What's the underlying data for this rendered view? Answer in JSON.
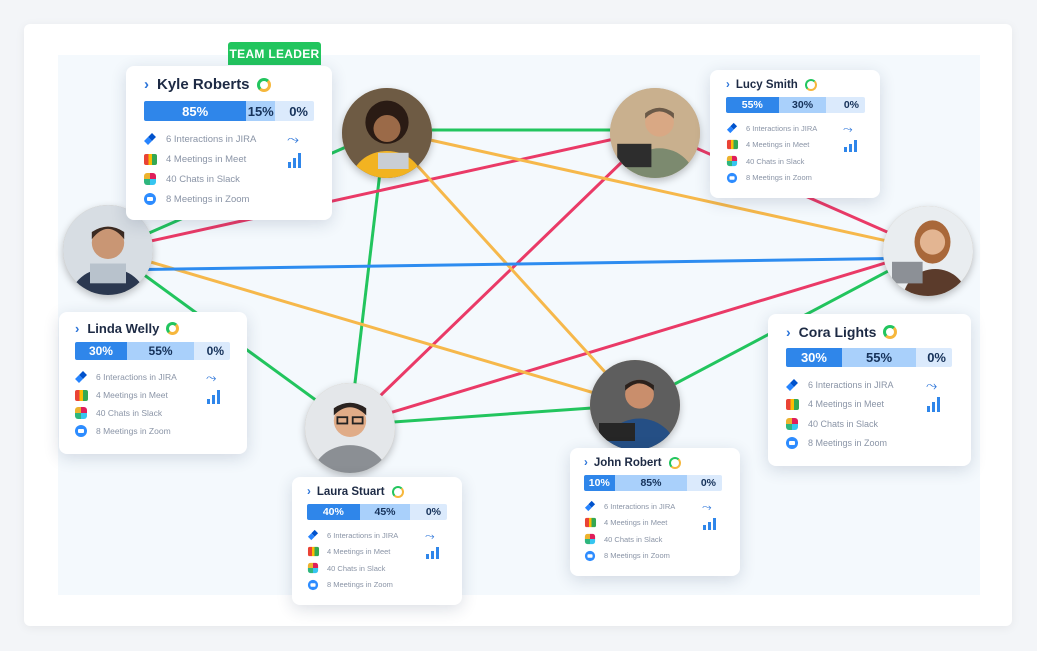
{
  "leader_label": "TEAM LEADER",
  "colors": {
    "green": "#22c55e",
    "red": "#ea3a67",
    "orange": "#f6b84b",
    "blue": "#2d8cf0",
    "bar_primary": "#2f86ea"
  },
  "people": [
    {
      "name": "Kyle Roberts",
      "split": [
        "85%",
        "15%",
        "0%"
      ],
      "stats": [
        "6 Interactions in JIRA",
        "4 Meetings in Meet",
        "40 Chats in Slack",
        "8 Meetings in Zoom"
      ]
    },
    {
      "name": "Lucy Smith",
      "split": [
        "55%",
        "30%",
        "0%"
      ],
      "stats": [
        "6 Interactions in JIRA",
        "4 Meetings in Meet",
        "40 Chats in Slack",
        "8 Meetings in Zoom"
      ]
    },
    {
      "name": "Linda Welly",
      "split": [
        "30%",
        "55%",
        "0%"
      ],
      "stats": [
        "6 Interactions in JIRA",
        "4 Meetings in Meet",
        "40 Chats in Slack",
        "8 Meetings in Zoom"
      ]
    },
    {
      "name": "Cora Lights",
      "split": [
        "30%",
        "55%",
        "0%"
      ],
      "stats": [
        "6 Interactions in JIRA",
        "4 Meetings in Meet",
        "40 Chats in Slack",
        "8 Meetings in Zoom"
      ]
    },
    {
      "name": "John Robert",
      "split": [
        "10%",
        "85%",
        "0%"
      ],
      "stats": [
        "6 Interactions in JIRA",
        "4 Meetings in Meet",
        "40 Chats in Slack",
        "8 Meetings in Zoom"
      ]
    },
    {
      "name": "Laura Stuart",
      "split": [
        "40%",
        "45%",
        "0%"
      ],
      "stats": [
        "6 Interactions in JIRA",
        "4 Meetings in Meet",
        "40 Chats in Slack",
        "8 Meetings in Zoom"
      ]
    }
  ],
  "avatars": [
    {
      "id": "man-beard",
      "bg": "#d7dde3",
      "skin": "#c99674",
      "hair": "#3b2a22",
      "shirt": "#2b3850"
    },
    {
      "id": "woman-curly",
      "bg": "#6e5b44",
      "skin": "#9b6a48",
      "hair": "#2a1b14",
      "shirt": "#f2b321"
    },
    {
      "id": "man-plaid",
      "bg": "#c9b08e",
      "skin": "#d9a884",
      "hair": "#6b5a48",
      "shirt": "#7c8a6f"
    },
    {
      "id": "woman-brown",
      "bg": "#e9edf0",
      "skin": "#e3b592",
      "hair": "#a9683a",
      "shirt": "#5b3b2b"
    },
    {
      "id": "man-glasses",
      "bg": "#e4e7ea",
      "skin": "#e0ac88",
      "hair": "#2a2320",
      "shirt": "#8b8f94"
    },
    {
      "id": "man-blue",
      "bg": "#5e5e5e",
      "skin": "#c98e6c",
      "hair": "#2b211c",
      "shirt": "#254f85"
    }
  ]
}
